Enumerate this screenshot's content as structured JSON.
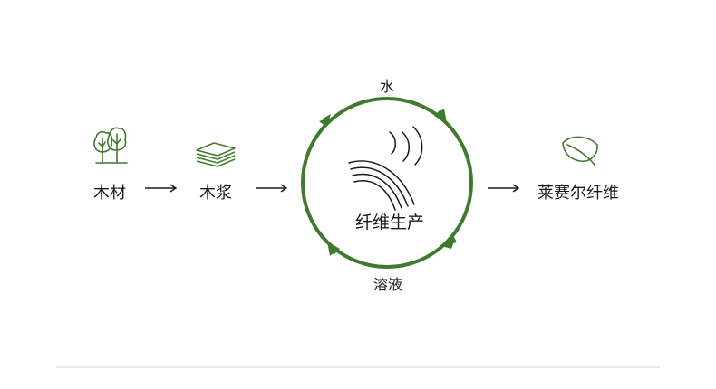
{
  "colors": {
    "accent_green": "#3f7a2e",
    "icon_green": "#3f7a2e",
    "text": "#1a1a1a",
    "divider": "#d6d6d6"
  },
  "steps": {
    "wood": {
      "label": "木材",
      "icon": "trees-icon"
    },
    "pulp": {
      "label": "木浆",
      "icon": "stacked-sheets-icon"
    },
    "lyocell": {
      "label": "莱赛尔纤维",
      "icon": "leaf-icon"
    }
  },
  "cycle": {
    "center_label": "纤维生产",
    "top_label": "水",
    "bottom_label": "溶液",
    "center_icon": "fiber-strands-icon"
  }
}
